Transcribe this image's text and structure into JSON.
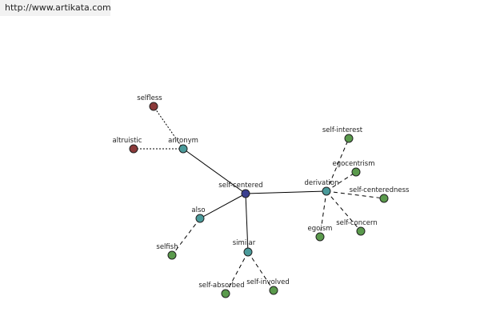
{
  "header": {
    "url": "http://www.artikata.com"
  },
  "colors": {
    "center": "#3a3f8f",
    "relation": "#4a9a9a",
    "positive": "#5a9a4c",
    "negative": "#8b3a3a"
  },
  "nodes": [
    {
      "id": "self-centered",
      "label": "self-centered",
      "kind": "center"
    },
    {
      "id": "antonym",
      "label": "antonym",
      "kind": "relation"
    },
    {
      "id": "also",
      "label": "also",
      "kind": "relation"
    },
    {
      "id": "similar",
      "label": "similar",
      "kind": "relation"
    },
    {
      "id": "derivation",
      "label": "derivation",
      "kind": "relation"
    },
    {
      "id": "selfless",
      "label": "selfless",
      "kind": "negative"
    },
    {
      "id": "altruistic",
      "label": "altruistic",
      "kind": "negative"
    },
    {
      "id": "selfish",
      "label": "selfish",
      "kind": "positive"
    },
    {
      "id": "self-absorbed",
      "label": "self-absorbed",
      "kind": "positive"
    },
    {
      "id": "self-involved",
      "label": "self-involved",
      "kind": "positive"
    },
    {
      "id": "self-interest",
      "label": "self-interest",
      "kind": "positive"
    },
    {
      "id": "egocentrism",
      "label": "egocentrism",
      "kind": "positive"
    },
    {
      "id": "self-centeredness",
      "label": "self-centeredness",
      "kind": "positive"
    },
    {
      "id": "self-concern",
      "label": "self-concern",
      "kind": "positive"
    },
    {
      "id": "egoism",
      "label": "egoism",
      "kind": "positive"
    }
  ],
  "edges": [
    {
      "from": "self-centered",
      "to": "antonym",
      "style": "solid"
    },
    {
      "from": "self-centered",
      "to": "also",
      "style": "solid"
    },
    {
      "from": "self-centered",
      "to": "similar",
      "style": "solid"
    },
    {
      "from": "self-centered",
      "to": "derivation",
      "style": "solid"
    },
    {
      "from": "antonym",
      "to": "selfless",
      "style": "dotted"
    },
    {
      "from": "antonym",
      "to": "altruistic",
      "style": "dotted"
    },
    {
      "from": "also",
      "to": "selfish",
      "style": "dashed"
    },
    {
      "from": "similar",
      "to": "self-absorbed",
      "style": "dashed"
    },
    {
      "from": "similar",
      "to": "self-involved",
      "style": "dashed"
    },
    {
      "from": "derivation",
      "to": "self-interest",
      "style": "dashed"
    },
    {
      "from": "derivation",
      "to": "egocentrism",
      "style": "dashed"
    },
    {
      "from": "derivation",
      "to": "self-centeredness",
      "style": "dashed"
    },
    {
      "from": "derivation",
      "to": "self-concern",
      "style": "dashed"
    },
    {
      "from": "derivation",
      "to": "egoism",
      "style": "dashed"
    }
  ]
}
